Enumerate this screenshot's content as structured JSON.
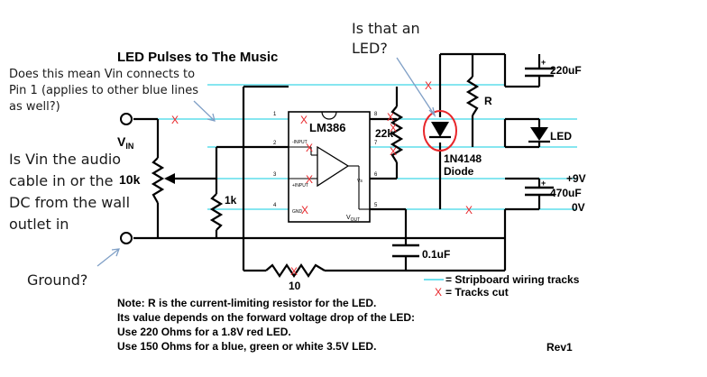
{
  "title": "LED Pulses to The Music",
  "questions": {
    "led": [
      "Is that an",
      "LED?"
    ],
    "vin": [
      "Does this mean Vin connects to",
      "Pin 1 (applies to other blue lines",
      "as well?)"
    ],
    "audio": [
      "Is Vin the audio",
      "cable in or the",
      "DC from the wall",
      "outlet in"
    ],
    "ground": "Ground?"
  },
  "labels": {
    "vin": "V",
    "vin_sub": "IN",
    "pot": "10k",
    "r1k": "1k",
    "ic": "LM386",
    "r22k": "22k",
    "diode": [
      "1N4148",
      "Diode"
    ],
    "r": "R",
    "cap220": "220uF",
    "led": "LED",
    "plus9v": "+9V",
    "cap470": "470uF",
    "zerov": "0V",
    "cap01": "0.1uF",
    "r10": "10",
    "plus_sign": "+",
    "x_mark": "X",
    "vout": "V",
    "vout_sub": "OUT",
    "vs": "Vs",
    "ic_pins": {
      "p1": "1",
      "p2": "2",
      "p3": "3",
      "p4": "4",
      "p5": "5",
      "p6": "6",
      "p7": "7",
      "p8": "8",
      "minus_input": "-INPUT",
      "plus_input": "+INPUT",
      "gnd": "GND"
    }
  },
  "legend": {
    "wiring": "= Stripboard wiring tracks",
    "cut": "= Tracks cut",
    "cut_symbol": "X"
  },
  "note": [
    "Note: R is the current-limiting resistor for the LED.",
    "Its value depends on the forward voltage drop of the LED:",
    "Use 220 Ohms for a 1.8V red LED.",
    "Use 150 Ohms for a blue, green or white 3.5V LED."
  ],
  "revision": "Rev1",
  "colors": {
    "track": "#3fd6e8",
    "cut": "#e8262a",
    "wire": "#000000",
    "arrow": "#7f9fc6",
    "highlight": "#e8262a"
  }
}
